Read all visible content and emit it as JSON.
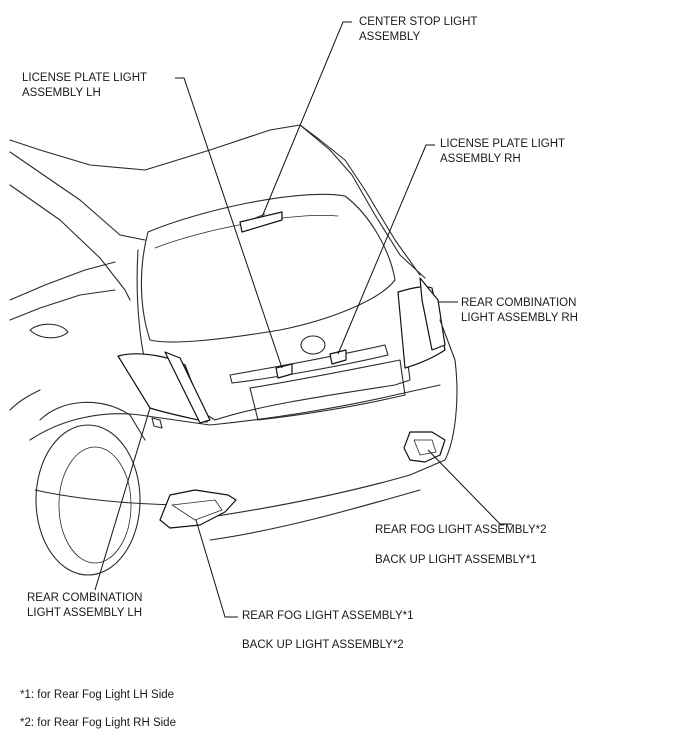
{
  "labels": {
    "center_stop": [
      "CENTER STOP LIGHT",
      "ASSEMBLY"
    ],
    "license_lh": [
      "LICENSE PLATE LIGHT",
      "ASSEMBLY LH"
    ],
    "license_rh": [
      "LICENSE PLATE LIGHT",
      "ASSEMBLY RH"
    ],
    "rear_combo_rh": [
      "REAR COMBINATION",
      "LIGHT ASSEMBLY RH"
    ],
    "rear_combo_lh": [
      "REAR COMBINATION",
      "LIGHT ASSEMBLY LH"
    ],
    "rear_fog_2": "REAR FOG LIGHT ASSEMBLY*2",
    "backup_1": "BACK UP LIGHT ASSEMBLY*1",
    "rear_fog_1": "REAR FOG LIGHT ASSEMBLY*1",
    "backup_2": "BACK UP LIGHT ASSEMBLY*2"
  },
  "footnotes": [
    "*1: for Rear Fog Light LH Side",
    "*2: for Rear Fog Light RH Side"
  ]
}
